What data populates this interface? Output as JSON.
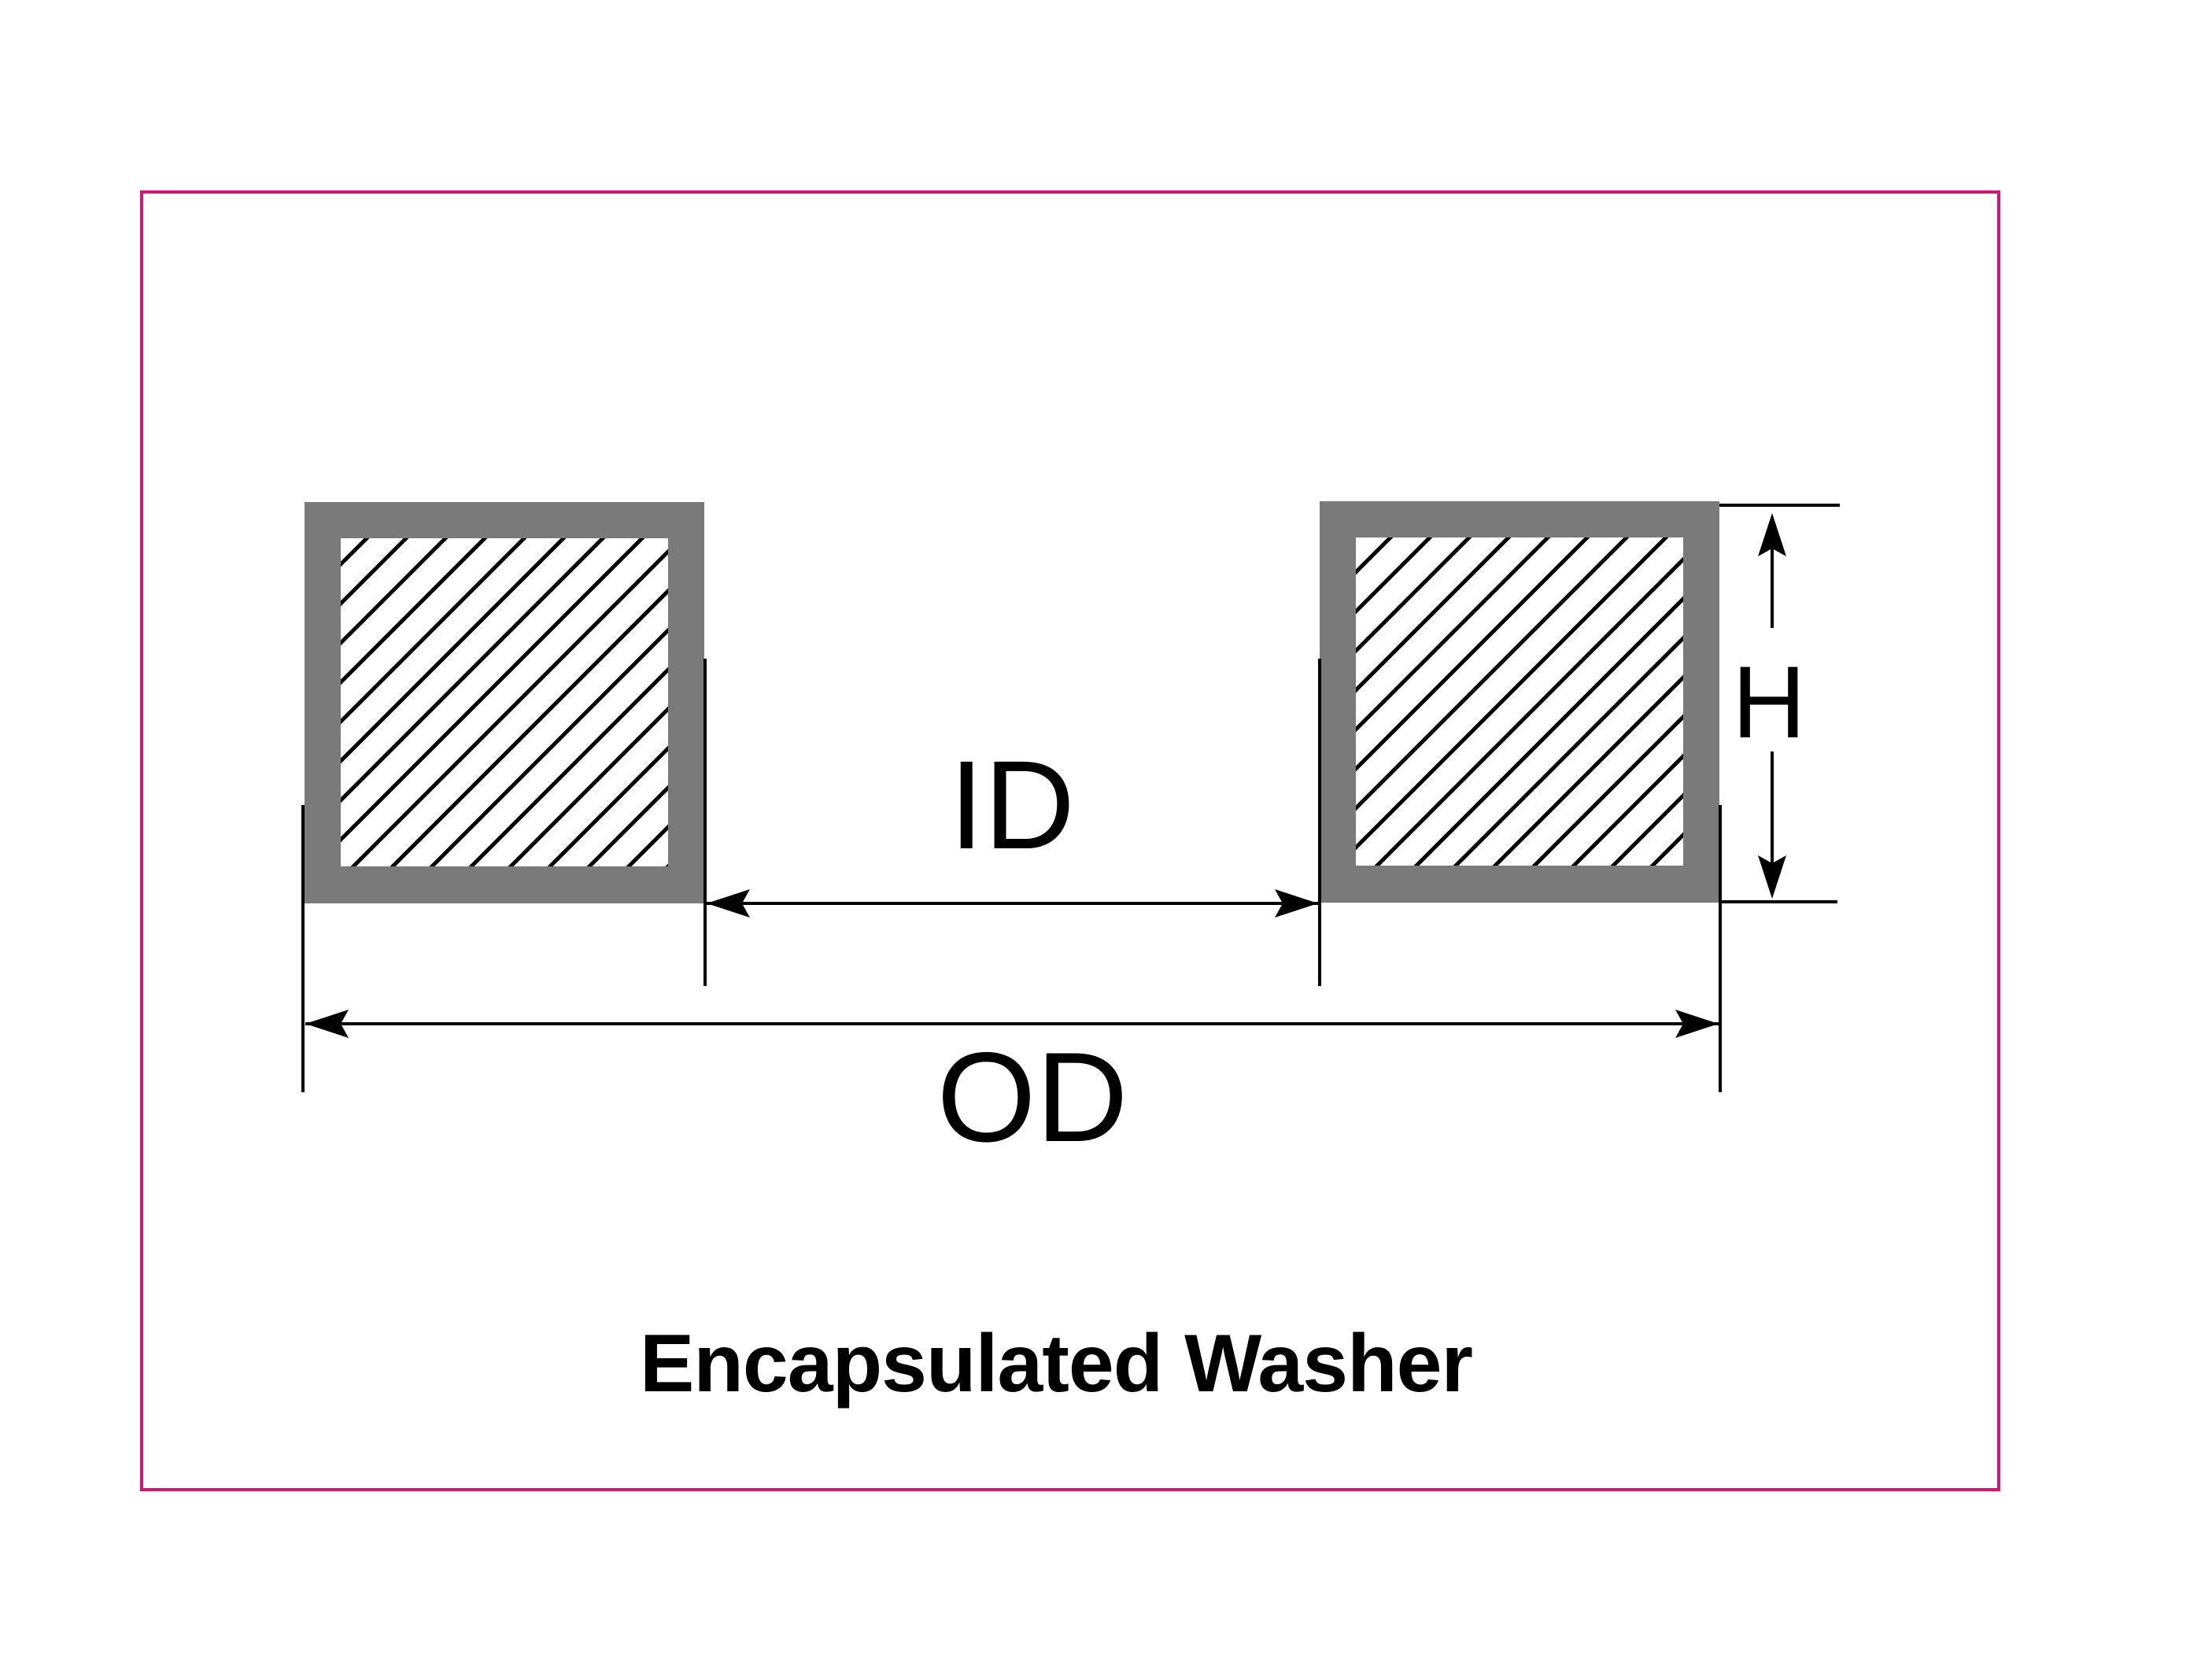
{
  "diagram": {
    "title": "Encapsulated Washer",
    "labels": {
      "inner_diameter": "ID",
      "outer_diameter": "OD",
      "height": "H"
    },
    "colors": {
      "frame": "#d31472",
      "washer_body": "#7a7a7a",
      "hatch": "#000000",
      "ink": "#000000",
      "background": "#ffffff"
    }
  }
}
